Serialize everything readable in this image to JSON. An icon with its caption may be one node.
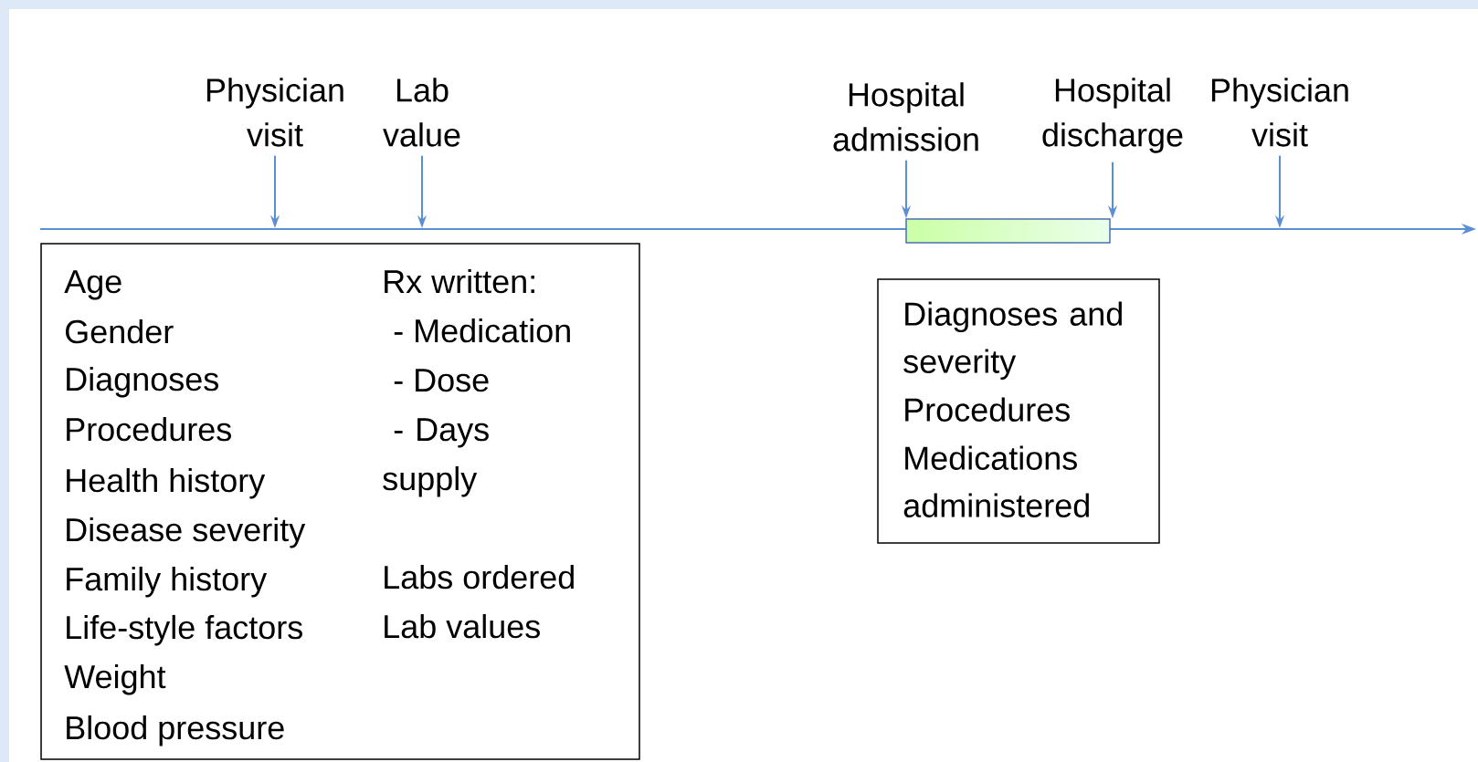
{
  "diagram": {
    "nodes": [
      {
        "text": [
          "Physician visit"
        ]
      },
      {
        "text": [
          "Lab value"
        ]
      },
      {
        "text": [
          "Hospital admission"
        ]
      },
      {
        "text": [
          "Hospital discharge"
        ]
      },
      {
        "text": [
          "Physician visit"
        ]
      },
      {
        "text": [],
        "shape": "bar"
      },
      {
        "text": [
          "Age",
          "Gender",
          "Diagnoses",
          "Procedures",
          "Health history",
          "Disease severity",
          "Family history",
          "Life-style factors",
          "Weight",
          "Blood pressure",
          "Rx written:",
          "- Medication",
          "- Dose",
          "- Days supply",
          "Labs ordered",
          "Lab values"
        ]
      },
      {
        "text": [
          "Diagnoses and severity",
          "Procedures",
          "Medications administered"
        ]
      }
    ],
    "edges": [
      {
        "from": 0,
        "to": null,
        "arrow": "to"
      },
      {
        "from": 1,
        "to": null,
        "arrow": "to"
      },
      {
        "from": 2,
        "to": 5,
        "arrow": "to"
      },
      {
        "from": 3,
        "to": 5,
        "arrow": "to"
      },
      {
        "from": 4,
        "to": null,
        "arrow": "to"
      }
    ]
  }
}
